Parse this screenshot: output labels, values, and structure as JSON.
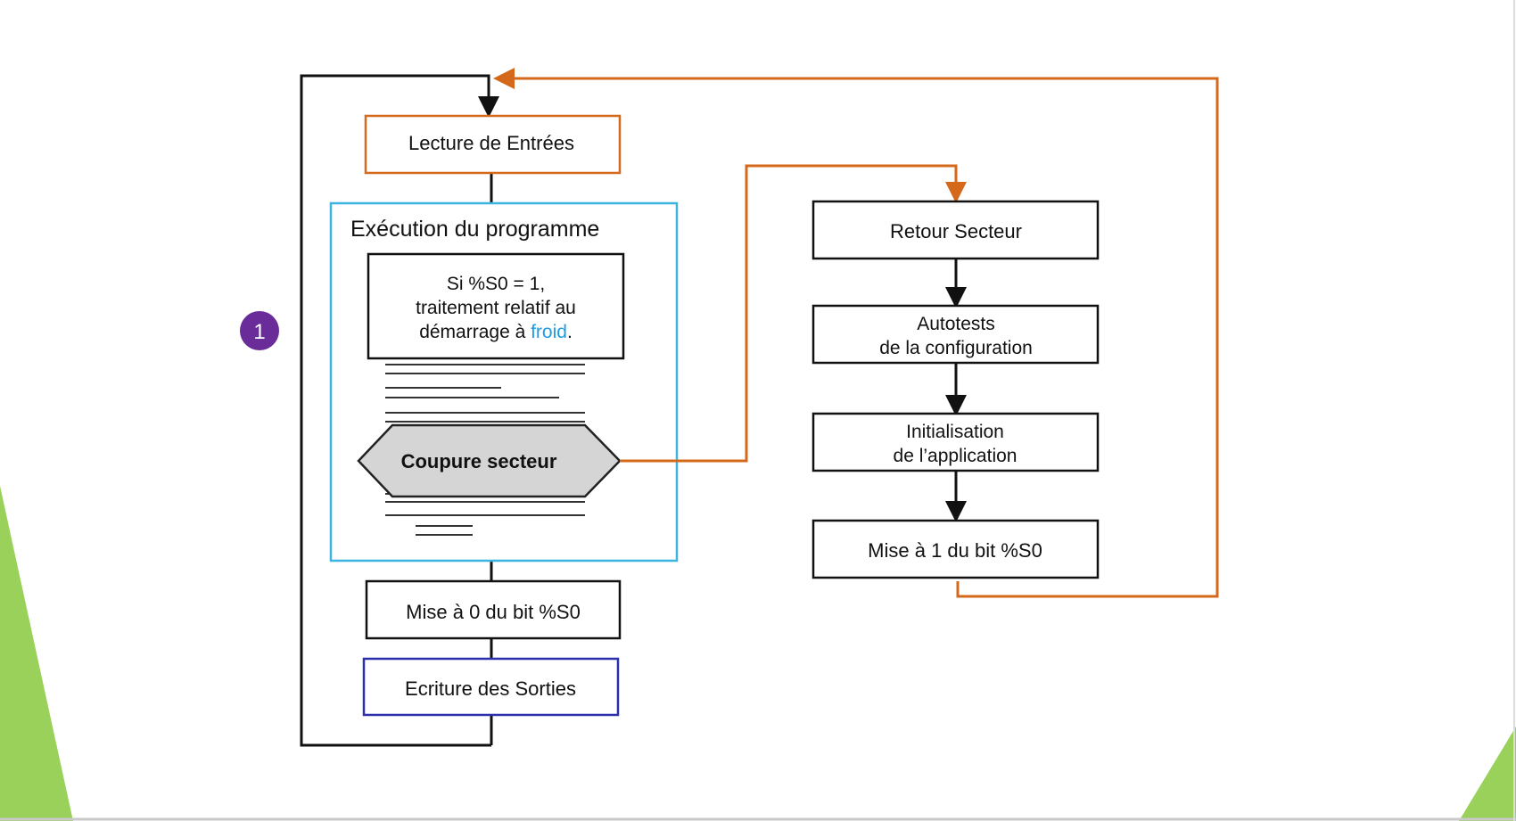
{
  "badge": {
    "number": "1",
    "color": "#6a2c99"
  },
  "colors": {
    "orange": "#d5691b",
    "cyan": "#3db4df",
    "blue": "#2a2faa",
    "black": "#111111",
    "froid": "#1e9be4",
    "hexagon_fill": "#d5d5d5",
    "green_accent": "#99d15a",
    "page_bg": "#ffffff",
    "slide_bottom_border": "#c9c9c9"
  },
  "left_column": {
    "lecture": "Lecture de Entrées",
    "execution_title": "Exécution du programme",
    "condition": {
      "line1": "Si  %S0 = 1,",
      "line2": "traitement relatif  au",
      "line3_prefix": "démarrage à ",
      "line3_highlight": "froid",
      "line3_suffix": "."
    },
    "coupure": "Coupure secteur",
    "mise_a_zero": "Mise à 0 du bit %S0",
    "ecriture": "Ecriture des Sorties"
  },
  "right_column": {
    "retour": "Retour  Secteur",
    "autotests": {
      "line1": "Autotests",
      "line2": "de la configuration"
    },
    "initialisation": {
      "line1": "Initialisation",
      "line2": "de l’application"
    },
    "mise_a_un": "Mise à 1 du bit %S0"
  }
}
